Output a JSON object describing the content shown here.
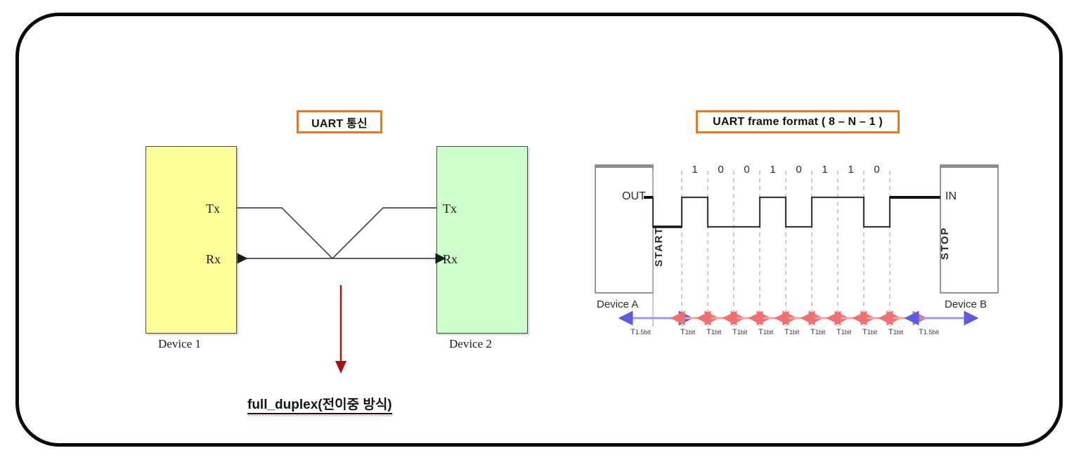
{
  "slide": {
    "border_color": "#0a0a0a",
    "background": "#ffffff"
  },
  "titles": {
    "left": "UART 통신",
    "right": "UART frame format ( 8 – N – 1 )",
    "accent_color": "#E8791A"
  },
  "left_diagram": {
    "device1": {
      "caption": "Device 1",
      "fill": "#FFFF99",
      "tx_label": "Tx",
      "rx_label": "Rx"
    },
    "device2": {
      "caption": "Device 2",
      "fill": "#CCFFCC",
      "tx_label": "Tx",
      "rx_label": "Rx"
    },
    "link_color": "#4a4a4a",
    "arrow_color": "#A81010"
  },
  "caption": {
    "text": "full_duplex(전이중 방식)",
    "spellcheck_underline_color": "#e03a3a"
  },
  "frame_diagram": {
    "device_a": "Device A",
    "device_b": "Device B",
    "out_label": "OUT",
    "in_label": "IN",
    "start_label": "START",
    "stop_label": "STOP",
    "bits": [
      "1",
      "0",
      "0",
      "1",
      "0",
      "1",
      "1",
      "0"
    ],
    "timing_labels": [
      {
        "base": "T",
        "sub": "1.5bit"
      },
      {
        "base": "T",
        "sub": "1bit"
      },
      {
        "base": "T",
        "sub": "1bit"
      },
      {
        "base": "T",
        "sub": "1bit"
      },
      {
        "base": "T",
        "sub": "1bit"
      },
      {
        "base": "T",
        "sub": "1bit"
      },
      {
        "base": "T",
        "sub": "1bit"
      },
      {
        "base": "T",
        "sub": "1bit"
      },
      {
        "base": "T",
        "sub": "1bit"
      },
      {
        "base": "T",
        "sub": "1bit"
      },
      {
        "base": "T",
        "sub": "1.5bit"
      }
    ],
    "start_stop_arrow_color": "#5B5BE8",
    "bit_arrow_color": "#F98E8E",
    "waveform_color": "#2b2b2b",
    "gridline_color": "#9a9a9a"
  }
}
